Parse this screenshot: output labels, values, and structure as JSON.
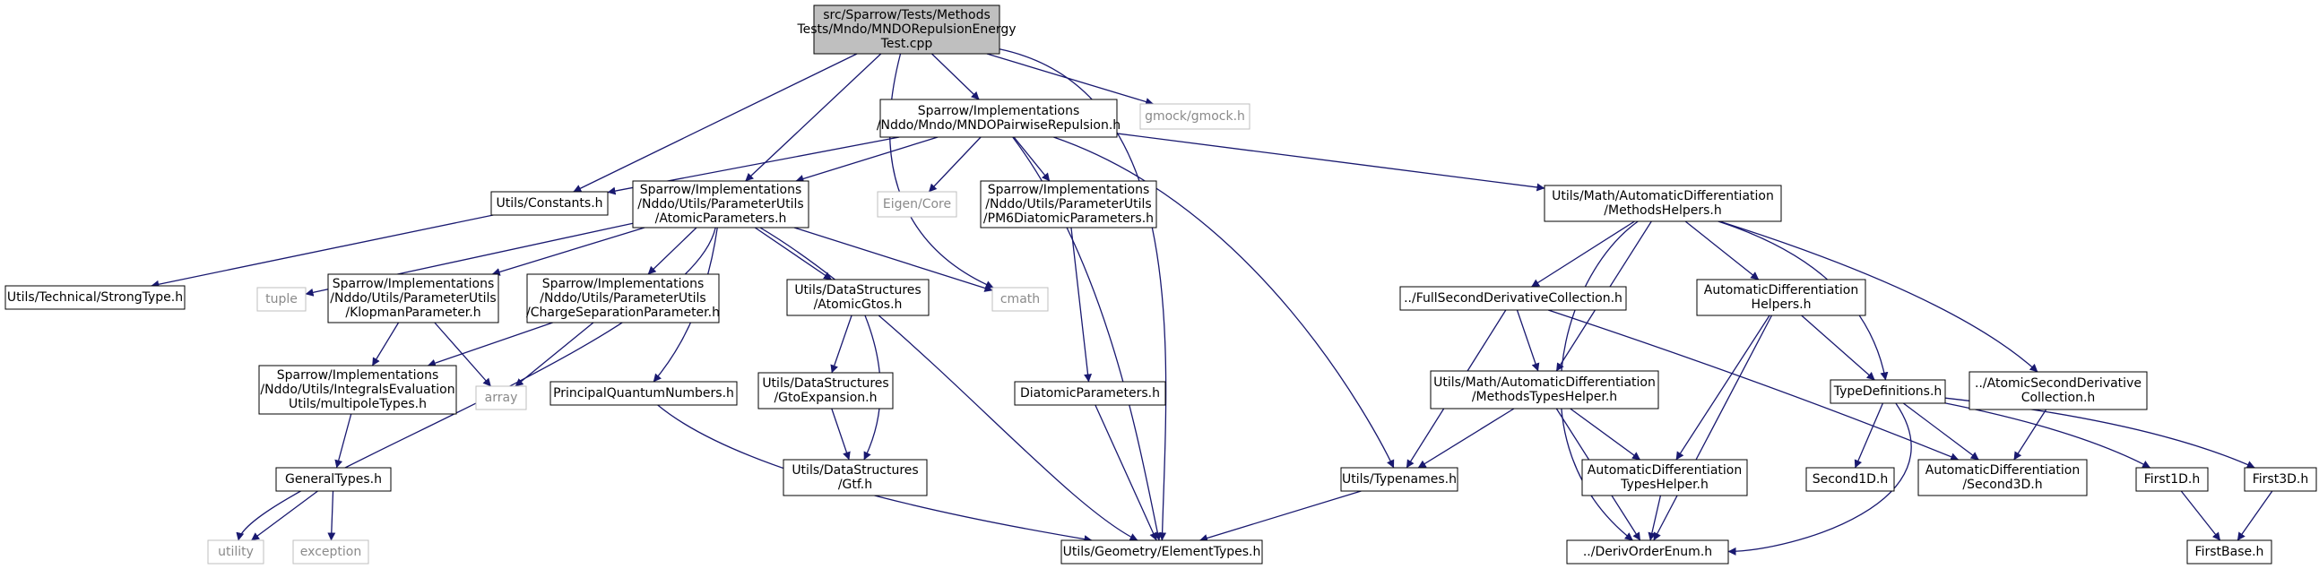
{
  "colors": {
    "edge": "#191970",
    "node_border": "#000000",
    "external_border": "#bfbfbf",
    "root_fill": "#bfbfbf",
    "node_fill": "#ffffff",
    "external_text": "#8a8a8a"
  },
  "nodes": [
    {
      "id": "root",
      "lines": [
        "src/Sparrow/Tests/Methods",
        "Tests/Mndo/MNDORepulsionEnergy",
        "Test.cpp"
      ],
      "kind": "root"
    },
    {
      "id": "mndopair",
      "lines": [
        "Sparrow/Implementations",
        "/Nddo/Mndo/MNDOPairwiseRepulsion.h"
      ],
      "kind": "header"
    },
    {
      "id": "gmock",
      "lines": [
        "gmock/gmock.h"
      ],
      "kind": "external"
    },
    {
      "id": "constants",
      "lines": [
        "Utils/Constants.h"
      ],
      "kind": "header"
    },
    {
      "id": "atomicparams",
      "lines": [
        "Sparrow/Implementations",
        "/Nddo/Utils/ParameterUtils",
        "/AtomicParameters.h"
      ],
      "kind": "header"
    },
    {
      "id": "eigen",
      "lines": [
        "Eigen/Core"
      ],
      "kind": "external"
    },
    {
      "id": "pm6",
      "lines": [
        "Sparrow/Implementations",
        "/Nddo/Utils/ParameterUtils",
        "/PM6DiatomicParameters.h"
      ],
      "kind": "header"
    },
    {
      "id": "methodshelpers",
      "lines": [
        "Utils/Math/AutomaticDifferentiation",
        "/MethodsHelpers.h"
      ],
      "kind": "header"
    },
    {
      "id": "strongtype",
      "lines": [
        "Utils/Technical/StrongType.h"
      ],
      "kind": "header"
    },
    {
      "id": "tuple",
      "lines": [
        "tuple"
      ],
      "kind": "external"
    },
    {
      "id": "klopman",
      "lines": [
        "Sparrow/Implementations",
        "/Nddo/Utils/ParameterUtils",
        "/KlopmanParameter.h"
      ],
      "kind": "header"
    },
    {
      "id": "chargesep",
      "lines": [
        "Sparrow/Implementations",
        "/Nddo/Utils/ParameterUtils",
        "/ChargeSeparationParameter.h"
      ],
      "kind": "header"
    },
    {
      "id": "atomicgtos",
      "lines": [
        "Utils/DataStructures",
        "/AtomicGtos.h"
      ],
      "kind": "header"
    },
    {
      "id": "cmath",
      "lines": [
        "cmath"
      ],
      "kind": "external"
    },
    {
      "id": "fullsecond",
      "lines": [
        "../FullSecondDerivativeCollection.h"
      ],
      "kind": "header"
    },
    {
      "id": "adhelpers",
      "lines": [
        "AutomaticDifferentiation",
        "Helpers.h"
      ],
      "kind": "header"
    },
    {
      "id": "atomicsecond",
      "lines": [
        "../AtomicSecondDerivative",
        "Collection.h"
      ],
      "kind": "header"
    },
    {
      "id": "multipole",
      "lines": [
        "Sparrow/Implementations",
        "/Nddo/Utils/IntegralsEvaluation",
        "Utils/multipoleTypes.h"
      ],
      "kind": "header"
    },
    {
      "id": "array",
      "lines": [
        "array"
      ],
      "kind": "external"
    },
    {
      "id": "pqn",
      "lines": [
        "PrincipalQuantumNumbers.h"
      ],
      "kind": "header"
    },
    {
      "id": "gtoexp",
      "lines": [
        "Utils/DataStructures",
        "/GtoExpansion.h"
      ],
      "kind": "header"
    },
    {
      "id": "diatomic",
      "lines": [
        "DiatomicParameters.h"
      ],
      "kind": "header"
    },
    {
      "id": "methodstypes",
      "lines": [
        "Utils/Math/AutomaticDifferentiation",
        "/MethodsTypesHelper.h"
      ],
      "kind": "header"
    },
    {
      "id": "typedefs",
      "lines": [
        "TypeDefinitions.h"
      ],
      "kind": "header"
    },
    {
      "id": "generaltypes",
      "lines": [
        "GeneralTypes.h"
      ],
      "kind": "header"
    },
    {
      "id": "gtf",
      "lines": [
        "Utils/DataStructures",
        "/Gtf.h"
      ],
      "kind": "header"
    },
    {
      "id": "typenames",
      "lines": [
        "Utils/Typenames.h"
      ],
      "kind": "header"
    },
    {
      "id": "adtypes",
      "lines": [
        "AutomaticDifferentiation",
        "TypesHelper.h"
      ],
      "kind": "header"
    },
    {
      "id": "second1d",
      "lines": [
        "Second1D.h"
      ],
      "kind": "header"
    },
    {
      "id": "second3d",
      "lines": [
        "AutomaticDifferentiation",
        "/Second3D.h"
      ],
      "kind": "header"
    },
    {
      "id": "first1d",
      "lines": [
        "First1D.h"
      ],
      "kind": "header"
    },
    {
      "id": "first3d",
      "lines": [
        "First3D.h"
      ],
      "kind": "header"
    },
    {
      "id": "utility",
      "lines": [
        "utility"
      ],
      "kind": "external"
    },
    {
      "id": "exception",
      "lines": [
        "exception"
      ],
      "kind": "external"
    },
    {
      "id": "elementtypes",
      "lines": [
        "Utils/Geometry/ElementTypes.h"
      ],
      "kind": "header"
    },
    {
      "id": "derivorder",
      "lines": [
        "../DerivOrderEnum.h"
      ],
      "kind": "header"
    },
    {
      "id": "firstbase",
      "lines": [
        "FirstBase.h"
      ],
      "kind": "header"
    }
  ],
  "edges": [
    [
      "root",
      "mndopair"
    ],
    [
      "root",
      "gmock"
    ],
    [
      "root",
      "constants"
    ],
    [
      "root",
      "atomicparams"
    ],
    [
      "root",
      "cmath"
    ],
    [
      "root",
      "elementtypes"
    ],
    [
      "mndopair",
      "constants"
    ],
    [
      "mndopair",
      "atomicparams"
    ],
    [
      "mndopair",
      "eigen"
    ],
    [
      "mndopair",
      "pm6"
    ],
    [
      "mndopair",
      "methodshelpers"
    ],
    [
      "mndopair",
      "typenames"
    ],
    [
      "mndopair",
      "elementtypes"
    ],
    [
      "constants",
      "strongtype"
    ],
    [
      "atomicparams",
      "tuple"
    ],
    [
      "atomicparams",
      "klopman"
    ],
    [
      "atomicparams",
      "chargesep"
    ],
    [
      "atomicparams",
      "atomicgtos"
    ],
    [
      "atomicparams",
      "cmath"
    ],
    [
      "atomicparams",
      "pqn"
    ],
    [
      "atomicparams",
      "utility"
    ],
    [
      "atomicparams",
      "elementtypes"
    ],
    [
      "pm6",
      "diatomic"
    ],
    [
      "methodshelpers",
      "fullsecond"
    ],
    [
      "methodshelpers",
      "adhelpers"
    ],
    [
      "methodshelpers",
      "atomicsecond"
    ],
    [
      "methodshelpers",
      "methodstypes"
    ],
    [
      "methodshelpers",
      "typedefs"
    ],
    [
      "methodshelpers",
      "derivorder"
    ],
    [
      "klopman",
      "multipole"
    ],
    [
      "klopman",
      "array"
    ],
    [
      "chargesep",
      "multipole"
    ],
    [
      "chargesep",
      "array"
    ],
    [
      "atomicgtos",
      "gtoexp"
    ],
    [
      "atomicgtos",
      "gtf"
    ],
    [
      "fullsecond",
      "methodstypes"
    ],
    [
      "fullsecond",
      "typenames"
    ],
    [
      "fullsecond",
      "second3d"
    ],
    [
      "adhelpers",
      "typedefs"
    ],
    [
      "adhelpers",
      "adtypes"
    ],
    [
      "adhelpers",
      "derivorder"
    ],
    [
      "atomicsecond",
      "second3d"
    ],
    [
      "multipole",
      "generaltypes"
    ],
    [
      "pqn",
      "elementtypes"
    ],
    [
      "gtoexp",
      "gtf"
    ],
    [
      "diatomic",
      "elementtypes"
    ],
    [
      "methodstypes",
      "typenames"
    ],
    [
      "methodstypes",
      "adtypes"
    ],
    [
      "methodstypes",
      "derivorder"
    ],
    [
      "typedefs",
      "second1d"
    ],
    [
      "typedefs",
      "second3d"
    ],
    [
      "typedefs",
      "first1d"
    ],
    [
      "typedefs",
      "first3d"
    ],
    [
      "typedefs",
      "derivorder"
    ],
    [
      "generaltypes",
      "utility"
    ],
    [
      "generaltypes",
      "exception"
    ],
    [
      "typenames",
      "elementtypes"
    ],
    [
      "adtypes",
      "derivorder"
    ],
    [
      "first1d",
      "firstbase"
    ],
    [
      "first3d",
      "firstbase"
    ]
  ]
}
